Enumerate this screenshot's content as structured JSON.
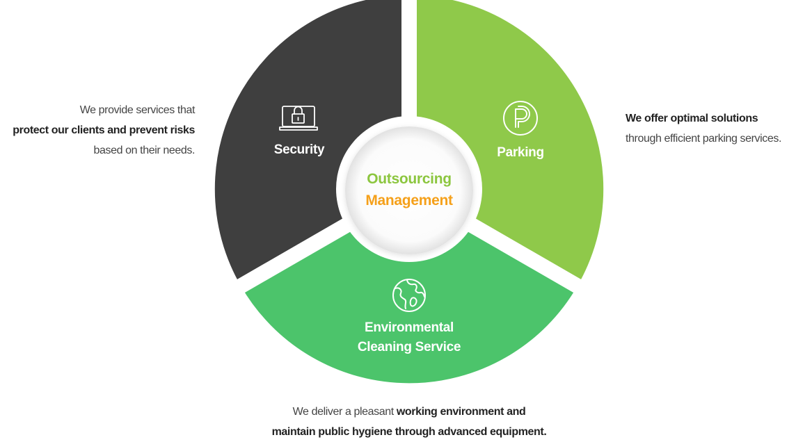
{
  "center": {
    "line1": "Outsourcing",
    "line2": "Management",
    "line1_color": "#8cc63f",
    "line2_color": "#f5a01a"
  },
  "segments": {
    "security": {
      "label": "Security",
      "color": "#3f3f3f",
      "icon": "laptop-lock-icon"
    },
    "parking": {
      "label": "Parking",
      "color": "#8fc94a",
      "icon": "parking-sign-icon"
    },
    "cleaning": {
      "label_line1": "Environmental",
      "label_line2": "Cleaning Service",
      "color": "#4cc46b",
      "icon": "globe-icon"
    }
  },
  "descriptions": {
    "security": {
      "line1": "We provide services that",
      "line2_bold": "protect our clients and prevent risks",
      "line3": "based on their needs."
    },
    "parking": {
      "line1_bold": "We offer optimal solutions",
      "line2": "through efficient parking services."
    },
    "cleaning": {
      "line1_normal": "We deliver a pleasant ",
      "line1_bold": "working environment and",
      "line2_bold": "maintain public hygiene through advanced equipment."
    }
  }
}
